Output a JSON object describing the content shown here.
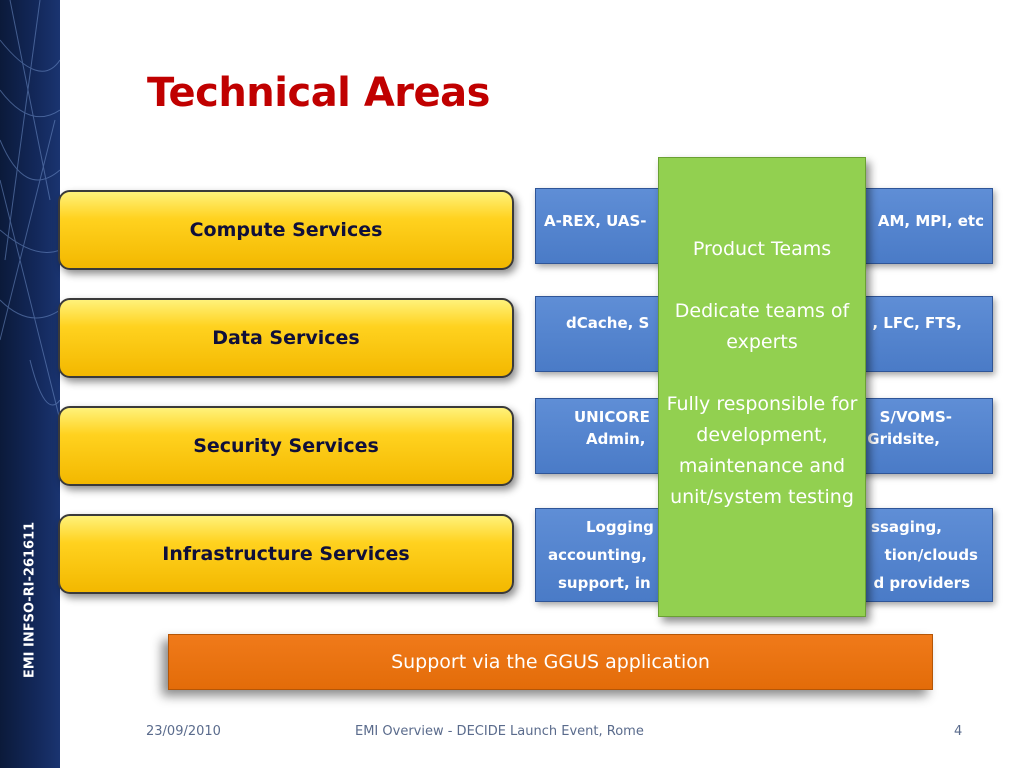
{
  "slide": {
    "title": "Technical Areas",
    "sidebar_text": "EMI INFSO-RI-261611",
    "areas": [
      {
        "label": "Compute Services"
      },
      {
        "label": "Data Services"
      },
      {
        "label": "Security Services"
      },
      {
        "label": "Infrastructure Services"
      }
    ],
    "details": [
      {
        "left": [
          "A-REX, UAS-"
        ],
        "right": [
          "AM, MPI, etc"
        ]
      },
      {
        "left": [
          "dCache, S"
        ],
        "right": [
          ", LFC, FTS,"
        ]
      },
      {
        "left": [
          "UNICORE",
          "Admin,"
        ],
        "right": [
          "S/VOMS-",
          "Gridsite,"
        ]
      },
      {
        "left": [
          "Logging",
          "accounting,",
          "support, in"
        ],
        "right": [
          "ssaging,",
          "tion/clouds",
          "d providers"
        ]
      }
    ],
    "product_teams": {
      "heading": "Product Teams",
      "line2": "Dedicate teams of experts",
      "line3": "Fully responsible for development, maintenance and unit/system testing"
    },
    "support": "Support via the GGUS application",
    "footer": {
      "date": "23/09/2010",
      "event": "EMI Overview - DECIDE Launch Event, Rome",
      "page": "4"
    },
    "colors": {
      "title": "#c00000",
      "yellow": "#ffd21f",
      "blue": "#4a7bc7",
      "green": "#92d050",
      "orange": "#e36c09",
      "sidebar": "#13285a"
    }
  }
}
